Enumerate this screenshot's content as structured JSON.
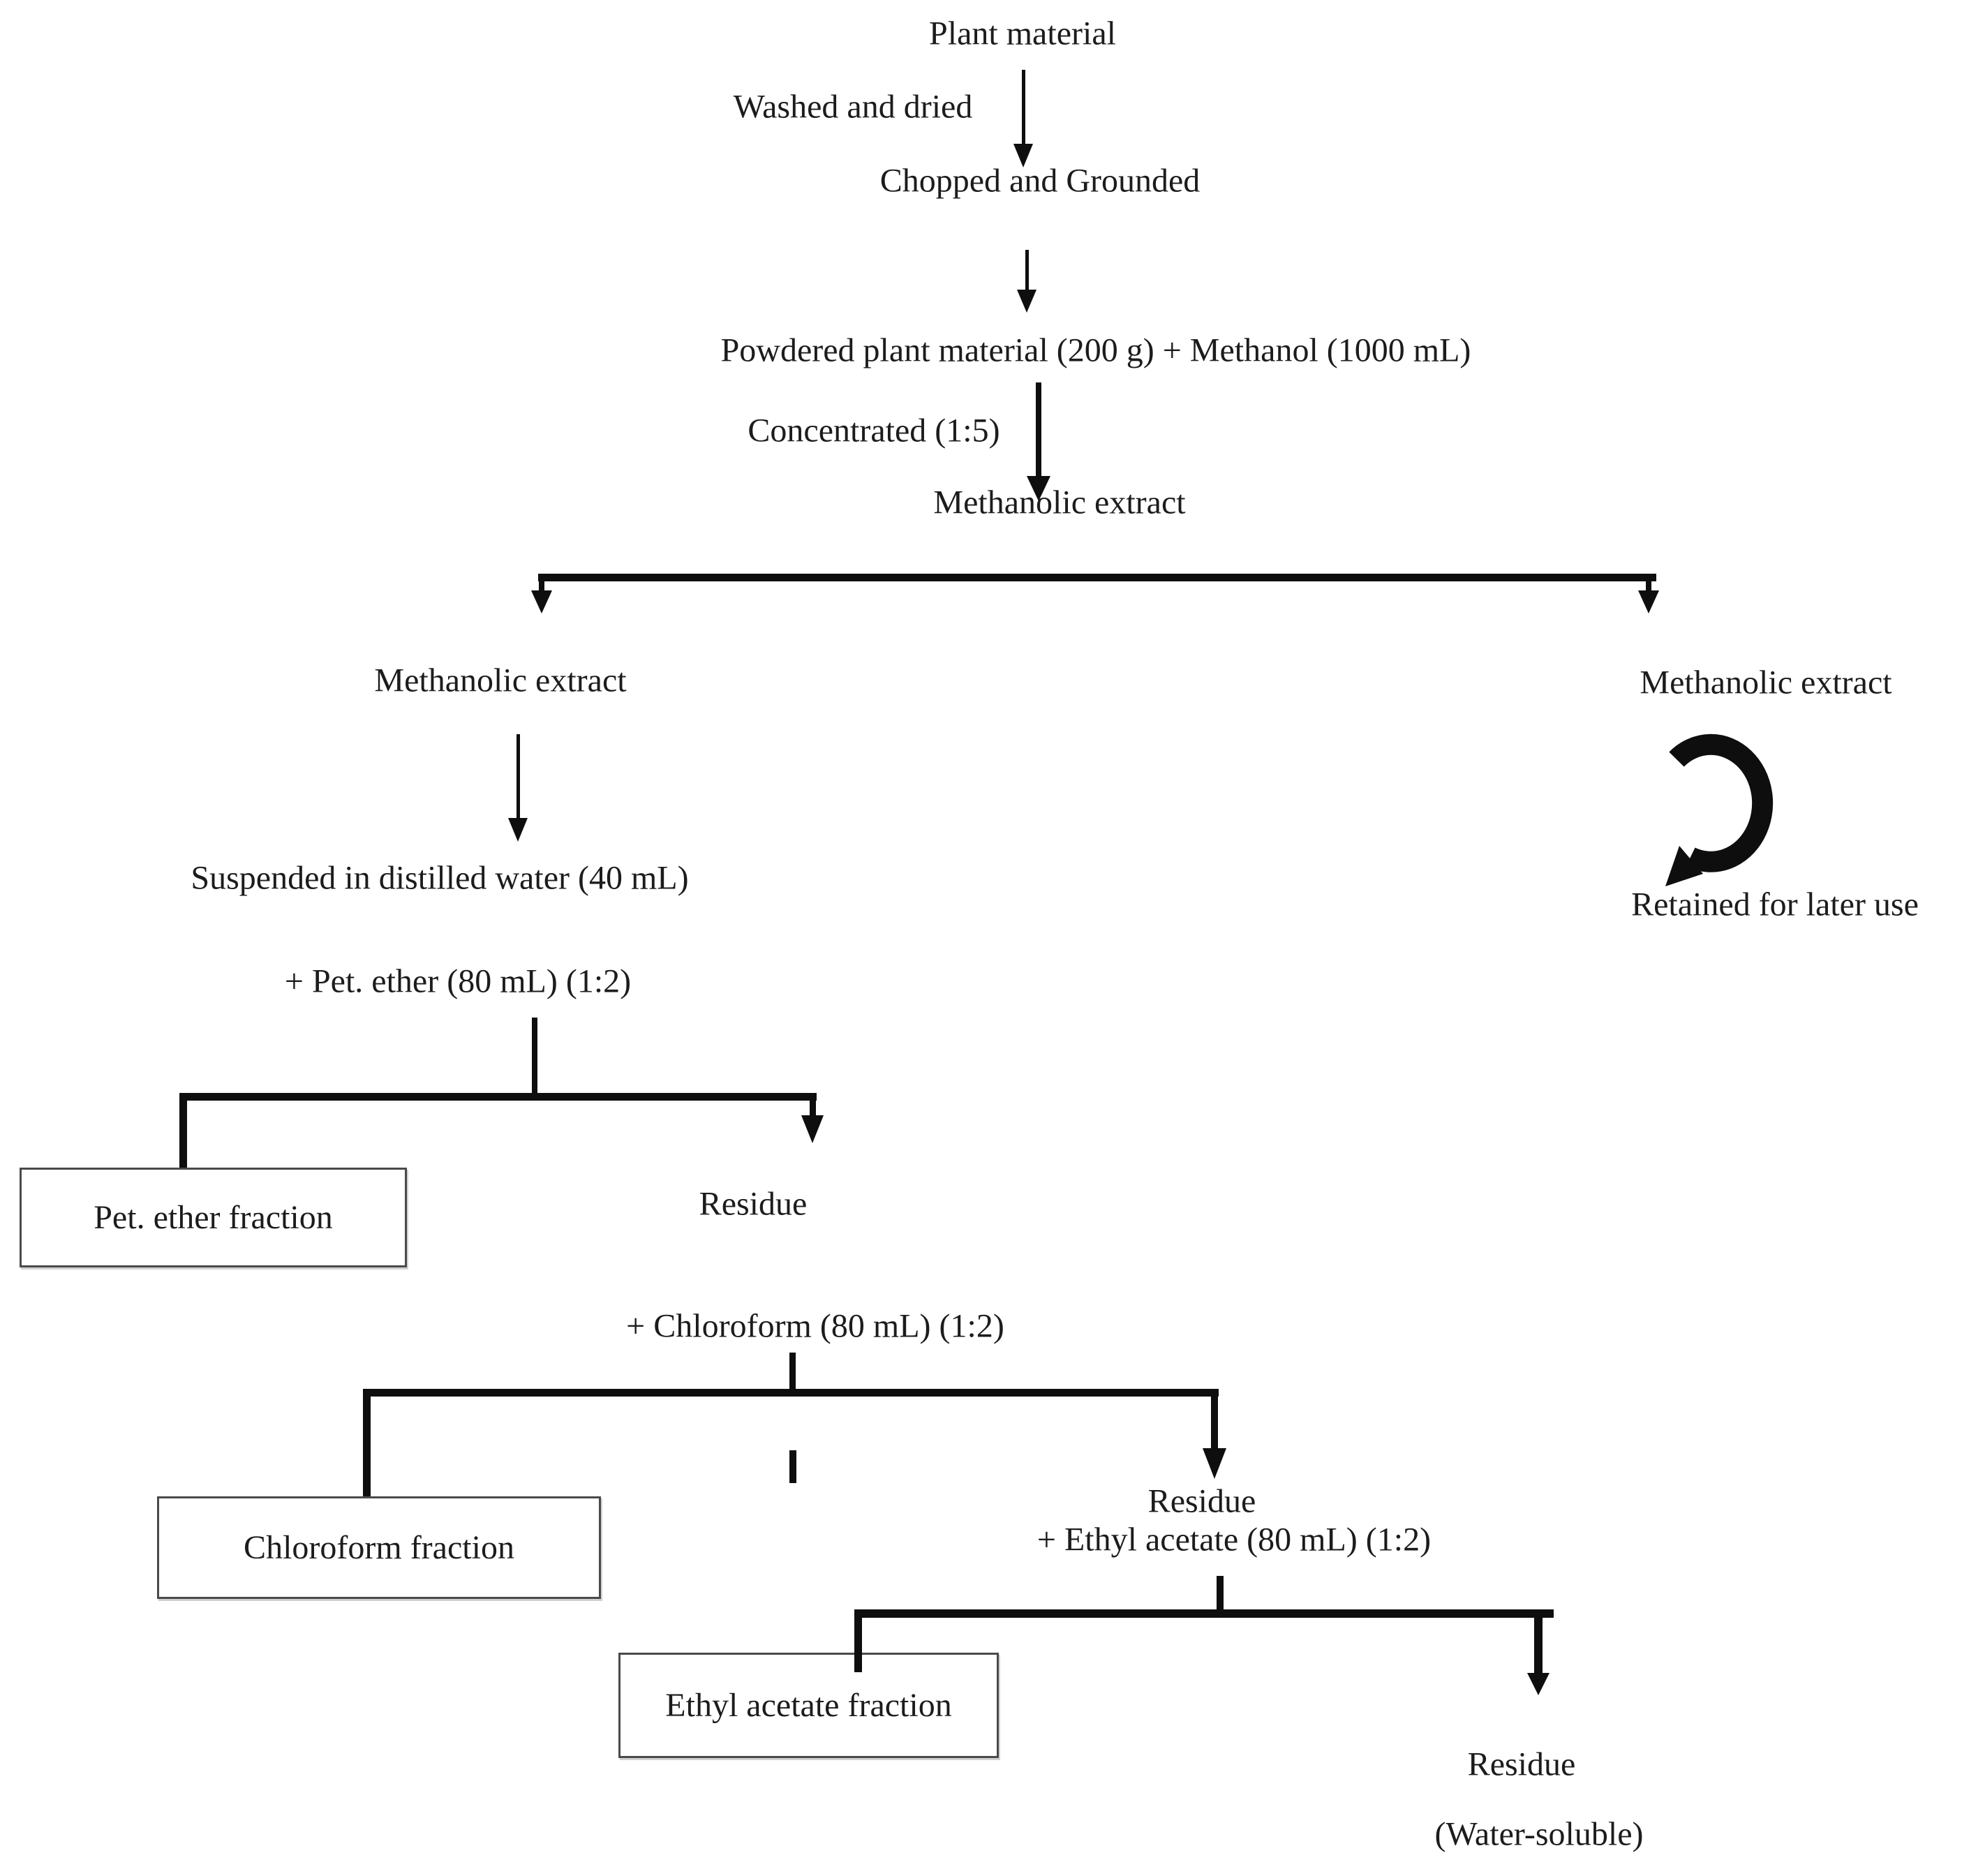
{
  "diagram": {
    "nodes": {
      "plant_material": "Plant material",
      "washed_dried": "Washed and dried",
      "chopped_grounded": "Chopped and Grounded",
      "powdered_methanol": "Powdered plant material (200 g) + Methanol (1000 mL)",
      "concentrated": "Concentrated (1:5)",
      "methanolic_extract_main": "Methanolic extract",
      "methanolic_extract_left": "Methanolic extract",
      "methanolic_extract_right": "Methanolic extract",
      "retained_for_later_use": "Retained for later use",
      "suspended_water": "Suspended in distilled water (40 mL)",
      "pet_ether_add": "+ Pet. ether (80 mL) (1:2)",
      "pet_ether_fraction": "Pet. ether fraction",
      "residue_after_pet_ether": "Residue",
      "chloroform_add": "+ Chloroform (80 mL) (1:2)",
      "chloroform_fraction": "Chloroform fraction",
      "residue_after_chloroform": "Residue",
      "ethyl_acetate_add": "+ Ethyl acetate (80 mL) (1:2)",
      "ethyl_acetate_fraction": "Ethyl acetate fraction",
      "residue_final": "Residue",
      "water_soluble": "(Water-soluble)"
    },
    "icons": {
      "curved_arrow": "curved-retain-arrow"
    },
    "colors": {
      "ink": "#1c1c1c",
      "line": "#0e0e0e",
      "box_border": "#4a4a4a",
      "background": "#ffffff"
    }
  }
}
